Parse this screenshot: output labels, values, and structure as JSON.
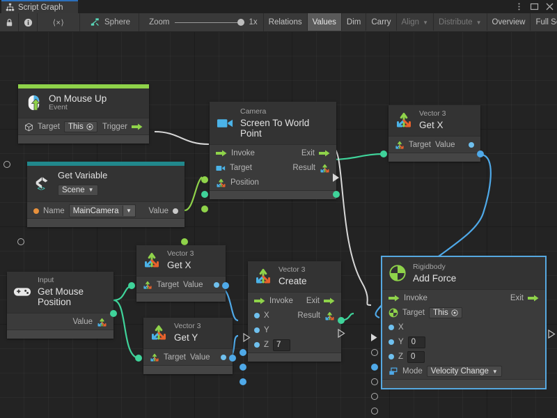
{
  "window": {
    "tab_label": "Script Graph",
    "tab_icon": "script-graph-icon",
    "controls": [
      "kebab-menu-icon",
      "maximize-icon",
      "close-icon"
    ]
  },
  "toolbar": {
    "lock_icon": "lock-icon",
    "info_icon": "info-icon",
    "code_label": "⟨×⟩",
    "target_icon": "script-graph-icon",
    "target_label": "Sphere",
    "zoom_label": "Zoom",
    "zoom_value": "1x",
    "zoom_percent": 100,
    "buttons": [
      {
        "label": "Relations",
        "state": "normal"
      },
      {
        "label": "Values",
        "state": "active"
      },
      {
        "label": "Dim",
        "state": "normal"
      },
      {
        "label": "Carry",
        "state": "normal"
      },
      {
        "label": "Align",
        "state": "dim",
        "caret": true
      },
      {
        "label": "Distribute",
        "state": "dim",
        "caret": true
      },
      {
        "label": "Overview",
        "state": "normal"
      },
      {
        "label": "Full Screen",
        "state": "normal"
      }
    ]
  },
  "colors": {
    "event_accent": "#8fd34a",
    "variable_accent": "#21888c",
    "canvas_bg": "#232323",
    "node_bg": "#3a3a3a",
    "selection": "#56a8e0",
    "flow_edge": "#d8d8d8",
    "data_edge_green": "#3fd39a",
    "data_edge_blue": "#4fa9e8",
    "data_edge_lime": "#8fd34a",
    "tab_accent": "#2c6fbb"
  },
  "nodes": [
    {
      "id": "on-mouse-up",
      "subtitle": "On Mouse Up",
      "title": "Event",
      "icon": "mouse-up-icon",
      "accent": "#8fd34a",
      "ports": [
        {
          "label": "Target",
          "icon": "cube-icon",
          "value": "This",
          "kind": "self"
        },
        {
          "label": "Trigger",
          "icon": "flow-arrow-icon",
          "side": "right"
        }
      ]
    },
    {
      "id": "get-variable",
      "subtitle": "Get Variable",
      "title": "Scene",
      "icon": "unity-variable-icon",
      "accent": "#21888c",
      "ports": [
        {
          "label": "Name",
          "value": "MainCamera",
          "kind": "combo"
        },
        {
          "label": "Value",
          "side": "right"
        }
      ]
    },
    {
      "id": "screen-to-world-point",
      "subtitle": "Camera",
      "title": "Screen To World Point",
      "icon": "camera-icon",
      "ports": [
        {
          "label": "Invoke"
        },
        {
          "label": "Exit",
          "side": "right"
        },
        {
          "label": "Target"
        },
        {
          "label": "Result",
          "side": "right"
        },
        {
          "label": "Position"
        }
      ]
    },
    {
      "id": "vector3-getx-right",
      "subtitle": "Vector 3",
      "title": "Get X",
      "icon": "vector3-icon",
      "ports": [
        {
          "label": "Target"
        },
        {
          "label": "Value",
          "side": "right"
        }
      ]
    },
    {
      "id": "input-get-mouse-position",
      "subtitle": "Input",
      "title": "Get Mouse Position",
      "icon": "gamepad-icon",
      "ports": [
        {
          "label": "Value",
          "side": "right"
        }
      ]
    },
    {
      "id": "vector3-getx-mid",
      "subtitle": "Vector 3",
      "title": "Get X",
      "icon": "vector3-icon",
      "ports": [
        {
          "label": "Target"
        },
        {
          "label": "Value",
          "side": "right"
        }
      ]
    },
    {
      "id": "vector3-gety-mid",
      "subtitle": "Vector 3",
      "title": "Get Y",
      "icon": "vector3-icon",
      "ports": [
        {
          "label": "Target"
        },
        {
          "label": "Value",
          "side": "right"
        }
      ]
    },
    {
      "id": "vector3-create",
      "subtitle": "Vector 3",
      "title": "Create",
      "icon": "vector3-icon",
      "ports": [
        {
          "label": "Invoke"
        },
        {
          "label": "Exit",
          "side": "right"
        },
        {
          "label": "X"
        },
        {
          "label": "Result",
          "side": "right"
        },
        {
          "label": "Y"
        },
        {
          "label": "Z",
          "value": "7"
        }
      ]
    },
    {
      "id": "rigidbody-add-force",
      "subtitle": "Rigidbody",
      "title": "Add Force",
      "icon": "rigidbody-icon",
      "selected": true,
      "ports": [
        {
          "label": "Invoke"
        },
        {
          "label": "Exit",
          "side": "right"
        },
        {
          "label": "Target",
          "value": "This",
          "kind": "self"
        },
        {
          "label": "X"
        },
        {
          "label": "Y",
          "value": "0"
        },
        {
          "label": "Z",
          "value": "0"
        },
        {
          "label": "Mode",
          "value": "Velocity Change",
          "kind": "dropdown"
        }
      ]
    }
  ],
  "n": {
    "onMouseUp": {
      "sub": "On Mouse Up",
      "title": "Event",
      "target": "Target",
      "this": "This",
      "trigger": "Trigger"
    },
    "getVariable": {
      "sub": "Get Variable",
      "scope": "Scene",
      "name": "Name",
      "varName": "MainCamera",
      "value": "Value"
    },
    "screenToWorld": {
      "sub": "Camera",
      "title": "Screen To World Point",
      "invoke": "Invoke",
      "exit": "Exit",
      "target": "Target",
      "result": "Result",
      "position": "Position"
    },
    "getXRight": {
      "sub": "Vector 3",
      "title": "Get X",
      "target": "Target",
      "value": "Value"
    },
    "input": {
      "sub": "Input",
      "title": "Get Mouse Position",
      "value": "Value"
    },
    "getXMid": {
      "sub": "Vector 3",
      "title": "Get X",
      "target": "Target",
      "value": "Value"
    },
    "getYMid": {
      "sub": "Vector 3",
      "title": "Get Y",
      "target": "Target",
      "value": "Value"
    },
    "create": {
      "sub": "Vector 3",
      "title": "Create",
      "invoke": "Invoke",
      "exit": "Exit",
      "x": "X",
      "y": "Y",
      "z": "Z",
      "zval": "7",
      "result": "Result"
    },
    "addForce": {
      "sub": "Rigidbody",
      "title": "Add Force",
      "invoke": "Invoke",
      "exit": "Exit",
      "target": "Target",
      "this": "This",
      "x": "X",
      "y": "Y",
      "yval": "0",
      "z": "Z",
      "zval": "0",
      "mode": "Mode",
      "modeval": "Velocity Change"
    }
  }
}
